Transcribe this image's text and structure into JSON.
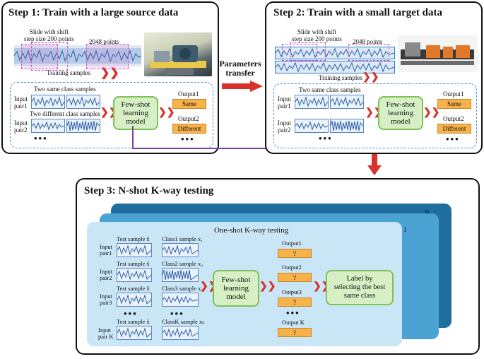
{
  "step1": {
    "title": "Step 1: Train with a large source data",
    "slide_label_line1": "Slide with shift",
    "slide_label_line2": "step size 200 points",
    "points_label": "2048 points",
    "training_samples": "Training samples",
    "two_same": "Two same class samples",
    "two_different": "Two different class samples",
    "input_pair1_a": "Input",
    "input_pair1_b": "pair1",
    "input_pair2_a": "Input",
    "input_pair2_b": "pair2",
    "fsl_line1": "Few-shot",
    "fsl_line2": "learning",
    "fsl_line3": "model",
    "output1_label": "Output1",
    "output1_value": "Same",
    "output2_label": "Output2",
    "output2_value": "Different",
    "ellipsis": "•••"
  },
  "transfer": {
    "line1": "Parameters",
    "line2": "transfer"
  },
  "step2": {
    "title": "Step 2: Train with a small target data",
    "slide_label_line1": "Slide with shift",
    "slide_label_line2": "step size 200 points",
    "points_label": "2048 points",
    "training_samples": "Training samples",
    "two_same": "Two same class samples",
    "input_pair1_a": "Input",
    "input_pair1_b": "pair1",
    "input_pair2_a": "Input",
    "input_pair2_b": "pair2",
    "fsl_line1": "Few-shot",
    "fsl_line2": "learning",
    "fsl_line3": "model",
    "output1_label": "Output1",
    "output1_value": "Same",
    "output2_label": "Output2",
    "output2_value": "Different",
    "ellipsis": "•••"
  },
  "step3": {
    "title": "Step 3: N-shot K-way testing",
    "card_n": "N",
    "card_1": "1",
    "inner_title": "One-shot K-way testing",
    "rows": [
      {
        "input_a": "Input",
        "input_b": "pair1",
        "test_label": "Test sample x̂",
        "class_label": "Class1 sample x₁"
      },
      {
        "input_a": "Input",
        "input_b": "pair2",
        "test_label": "Test sample x̂",
        "class_label": "Class2 sample x₂"
      },
      {
        "input_a": "Input",
        "input_b": "pair3",
        "test_label": "Test sample x̂",
        "class_label": "Class3 sample x₃"
      },
      {
        "input_a": "Input",
        "input_b": "pair K",
        "test_label": "Test sample x̂",
        "class_label": "ClassK sample xₖ"
      }
    ],
    "fsl_line1": "Few-shot",
    "fsl_line2": "learning",
    "fsl_line3": "model",
    "outputs": [
      {
        "label": "Output1",
        "value": "?"
      },
      {
        "label": "Output2",
        "value": "?"
      },
      {
        "label": "Output3",
        "value": "?"
      },
      {
        "label": "Output K",
        "value": "?"
      }
    ],
    "result_line1": "Label by",
    "result_line2": "selecting the best",
    "result_line3": "same class",
    "ellipsis": "•••"
  },
  "colors": {
    "accent_red": "#d9322a",
    "transfer_purple": "#7a3fa8",
    "fsl_green_fill": "#d6efc4",
    "output_orange": "#f7b24a",
    "card_dark": "#1f6e9e",
    "card_mid": "#4aa3d3",
    "card_light": "#c9e6f6"
  }
}
